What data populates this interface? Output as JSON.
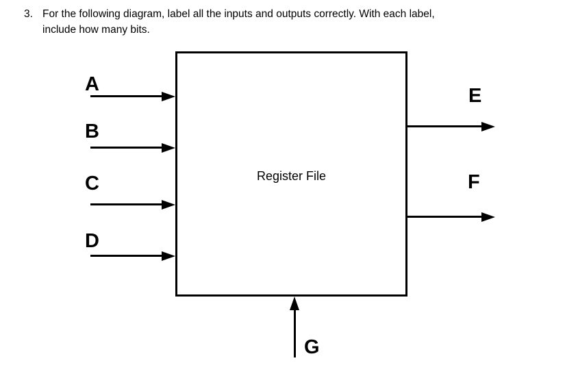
{
  "question": {
    "number": "3.",
    "text_lines": [
      "For the following diagram, label all the inputs and outputs correctly. With each label,",
      "include how many bits."
    ]
  },
  "diagram": {
    "box_label": "Register File",
    "left_inputs": [
      {
        "label": "A"
      },
      {
        "label": "B"
      },
      {
        "label": "C"
      },
      {
        "label": "D"
      }
    ],
    "right_outputs": [
      {
        "label": "E"
      },
      {
        "label": "F"
      }
    ],
    "bottom_inputs": [
      {
        "label": "G"
      }
    ],
    "colors": {
      "line": "#000000",
      "background": "#ffffff",
      "text": "#000000"
    }
  }
}
